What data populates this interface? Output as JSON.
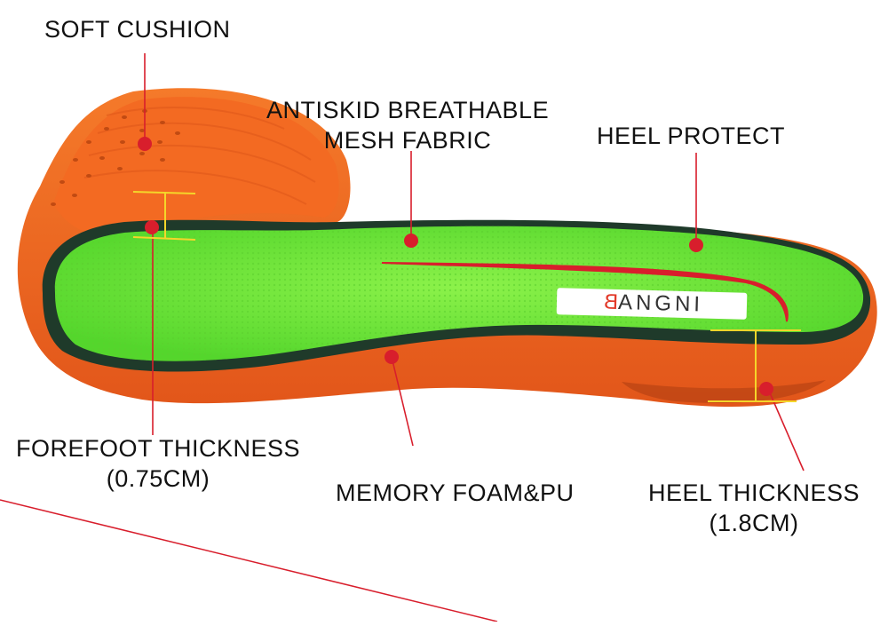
{
  "labels": {
    "soft_cushion": "SOFT CUSHION",
    "mesh_line1": "ANTISKID BREATHABLE",
    "mesh_line2": "MESH FABRIC",
    "heel_protect": "HEEL PROTECT",
    "forefoot_line1": "FOREFOOT THICKNESS",
    "forefoot_line2": "(0.75CM)",
    "memory_foam": "MEMORY FOAM&PU",
    "heel_thickness_line1": "HEEL THICKNESS",
    "heel_thickness_line2": "(1.8CM)"
  },
  "brand": {
    "first_letter": "B",
    "rest": "ANGNI"
  },
  "colors": {
    "orange": "#f2661f",
    "orange_dark": "#c94a12",
    "green": "#7bea3c",
    "green_dark": "#47c52a",
    "foam": "#1f3a2a",
    "accent_red": "#d81e2c",
    "marker_yellow": "#f4d62a"
  }
}
